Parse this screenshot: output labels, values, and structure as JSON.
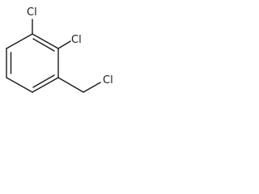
{
  "molecule": {
    "atoms": {
      "cl_top": "Cl",
      "cl_middle": "Cl",
      "cl_side": "Cl"
    }
  }
}
